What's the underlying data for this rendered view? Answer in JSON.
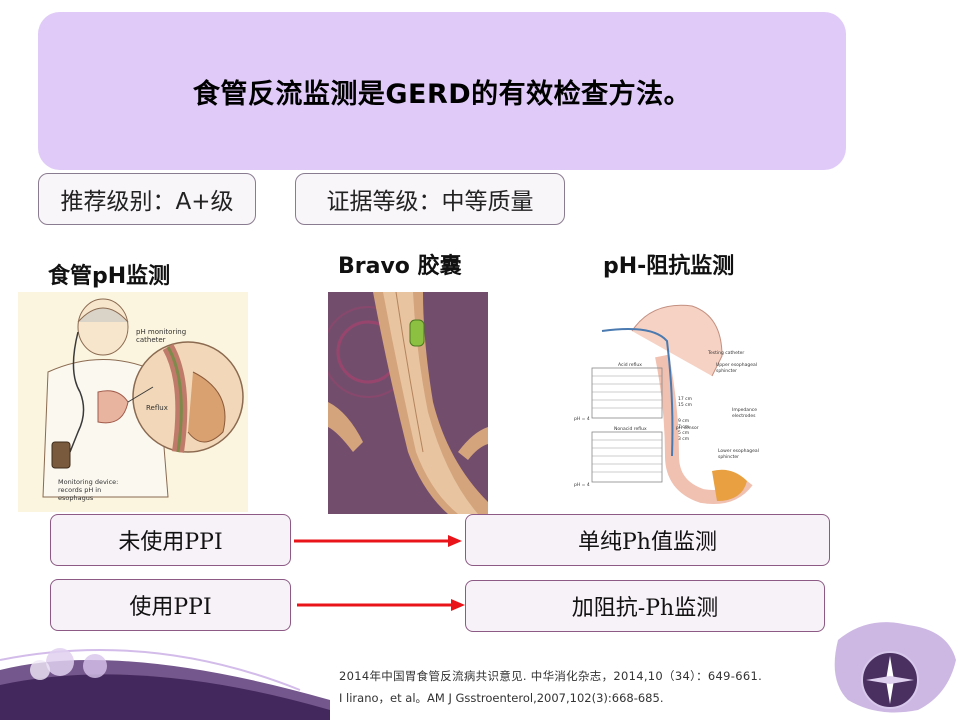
{
  "slide": {
    "title": "食管反流监测是GERD的有效检查方法。",
    "recommendation_label": "推荐级别：A+级",
    "evidence_label": "证据等级：中等质量"
  },
  "methods": [
    {
      "title": "食管pH监测",
      "figure_text": [
        "pH monitoring",
        "catheter",
        "Reflux",
        "Monitoring device:",
        "records pH in",
        "esophagus"
      ]
    },
    {
      "title": "Bravo 胶囊"
    },
    {
      "title": "pH-阻抗监测",
      "figure_text": [
        "Testing catheter",
        "Upper esophageal",
        "sphincter",
        "Acid reflux",
        "Nonacid reflux",
        "17 cm",
        "15 cm",
        "9 cm",
        "7 cm",
        "5 cm",
        "3 cm",
        "Impedance",
        "electrodes",
        "pH sensor",
        "Lower esophageal",
        "sphincter",
        "pH = 4"
      ]
    }
  ],
  "flow": [
    {
      "condition": "未使用PPI",
      "result": "单纯Ph值监测"
    },
    {
      "condition": "使用PPI",
      "result": "加阻抗-Ph监测"
    }
  ],
  "references": [
    "2014年中国胃食管反流病共识意见. 中华消化杂志，2014,10（34）：649-661.",
    "I lirano，et al。AM J Gsstroenterol,2007,102(3):668-685."
  ],
  "colors": {
    "title_bg": "#e0caf8",
    "arrow": "#e8141a",
    "box_border": "#8c5a84",
    "tag_border": "#8a7c90"
  }
}
